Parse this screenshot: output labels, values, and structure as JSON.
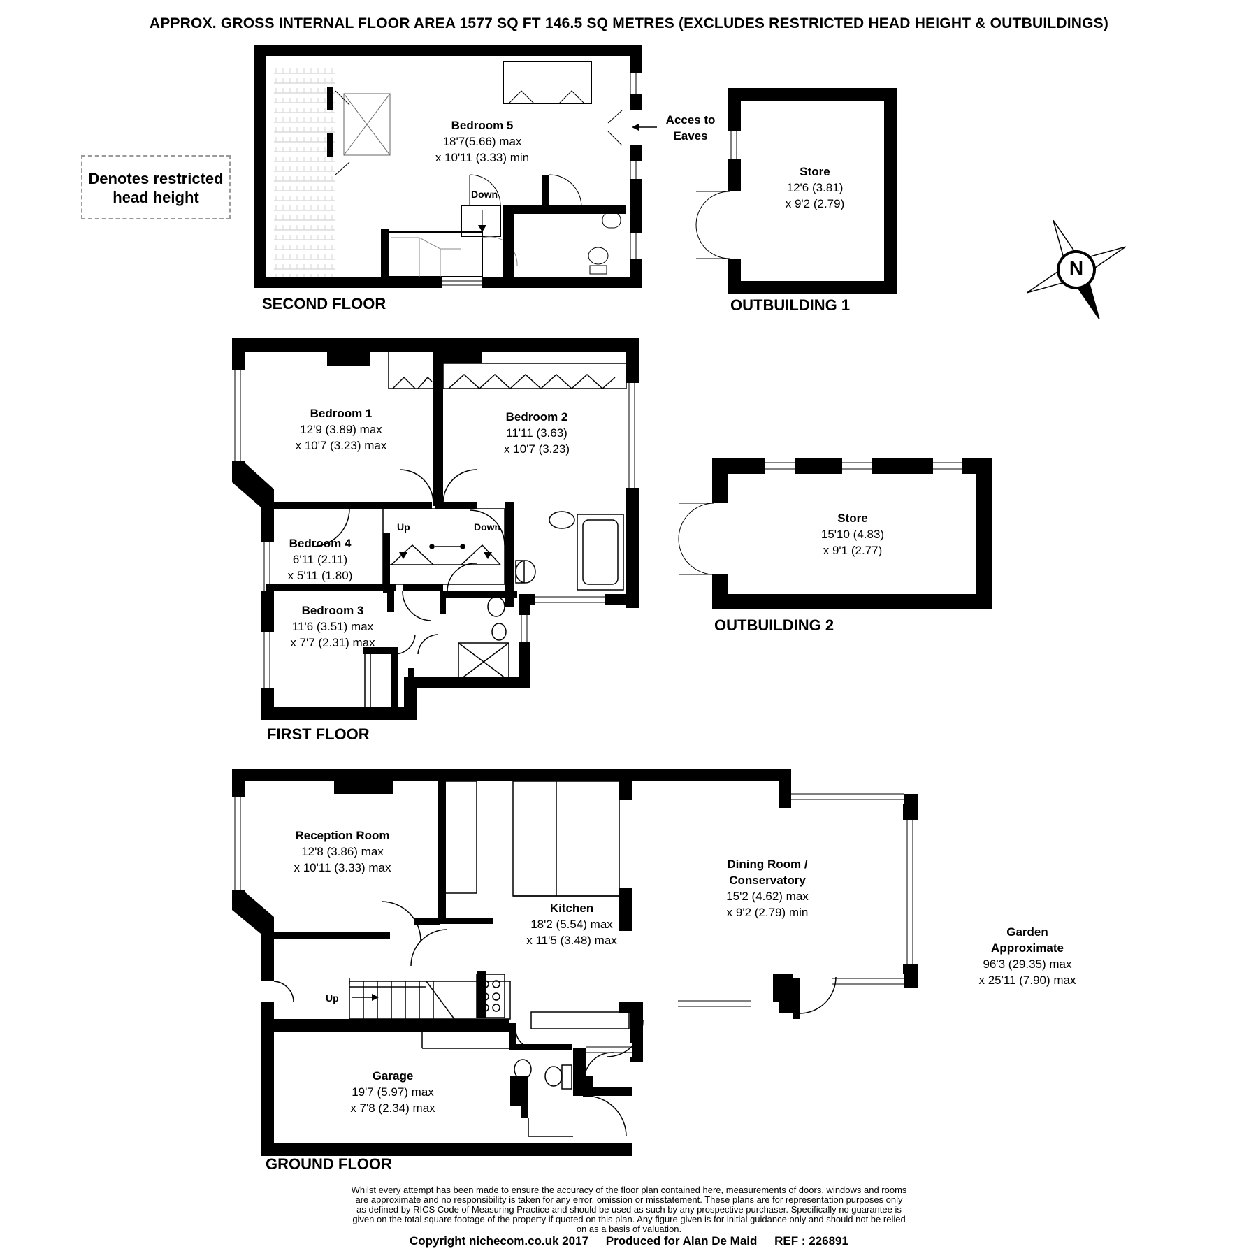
{
  "header": "APPROX. GROSS INTERNAL FLOOR AREA 1577 SQ FT 146.5 SQ METRES (EXCLUDES RESTRICTED HEAD HEIGHT & OUTBUILDINGS)",
  "legend": {
    "line1": "Denotes restricted",
    "line2": "head height"
  },
  "floors": {
    "second": "SECOND FLOOR",
    "first": "FIRST FLOOR",
    "ground": "GROUND FLOOR",
    "outbuilding1": "OUTBUILDING 1",
    "outbuilding2": "OUTBUILDING 2"
  },
  "rooms": {
    "bedroom5": {
      "name": "Bedroom 5",
      "dim1": "18'7(5.66) max",
      "dim2": "x 10'11 (3.33) min"
    },
    "store1": {
      "name": "Store",
      "dim1": "12'6 (3.81)",
      "dim2": "x 9'2 (2.79)"
    },
    "bedroom1": {
      "name": "Bedroom 1",
      "dim1": "12'9 (3.89) max",
      "dim2": "x 10'7 (3.23) max"
    },
    "bedroom2": {
      "name": "Bedroom 2",
      "dim1": "11'11 (3.63)",
      "dim2": "x 10'7 (3.23)"
    },
    "bedroom4": {
      "name": "Bedroom 4",
      "dim1": "6'11 (2.11)",
      "dim2": "x 5'11 (1.80)"
    },
    "bedroom3": {
      "name": "Bedroom 3",
      "dim1": "11'6 (3.51) max",
      "dim2": "x 7'7 (2.31) max"
    },
    "store2": {
      "name": "Store",
      "dim1": "15'10 (4.83)",
      "dim2": "x 9'1 (2.77)"
    },
    "reception": {
      "name": "Reception Room",
      "dim1": "12'8 (3.86) max",
      "dim2": "x 10'11 (3.33) max"
    },
    "kitchen": {
      "name": "Kitchen",
      "dim1": "18'2 (5.54) max",
      "dim2": "x 11'5 (3.48) max"
    },
    "dining": {
      "name": "Dining Room /",
      "name2": "Conservatory",
      "dim1": "15'2 (4.62) max",
      "dim2": "x 9'2 (2.79) min"
    },
    "garage": {
      "name": "Garage",
      "dim1": "19'7 (5.97) max",
      "dim2": "x 7'8 (2.34) max"
    },
    "garden": {
      "name": "Garden",
      "name2": "Approximate",
      "dim1": "96'3 (29.35) max",
      "dim2": "x 25'11 (7.90) max"
    }
  },
  "annotations": {
    "eaves1": "Acces to",
    "eaves2": "Eaves",
    "down_second": "Down",
    "up_first": "Up",
    "down_first": "Down",
    "up_ground": "Up"
  },
  "compass": "N",
  "disclaimer": [
    "Whilst every attempt has been made to ensure the accuracy of the floor plan contained here, measurements of doors, windows and rooms",
    "are approximate and no responsibility is taken for any error, omission or misstatement. These plans are for representation purposes only",
    "as defined by RICS Code of Measuring Practice and should be used as such by any prospective purchaser.  Specifically no guarantee is",
    "given on the total square footage of the property if quoted on this plan. Any figure given is for initial guidance only and should not be relied",
    "on as a basis of valuation."
  ],
  "footer": {
    "copyright": "Copyright nichecom.co.uk 2017",
    "produced": "Produced for Alan De Maid",
    "ref": "REF :  226891"
  }
}
